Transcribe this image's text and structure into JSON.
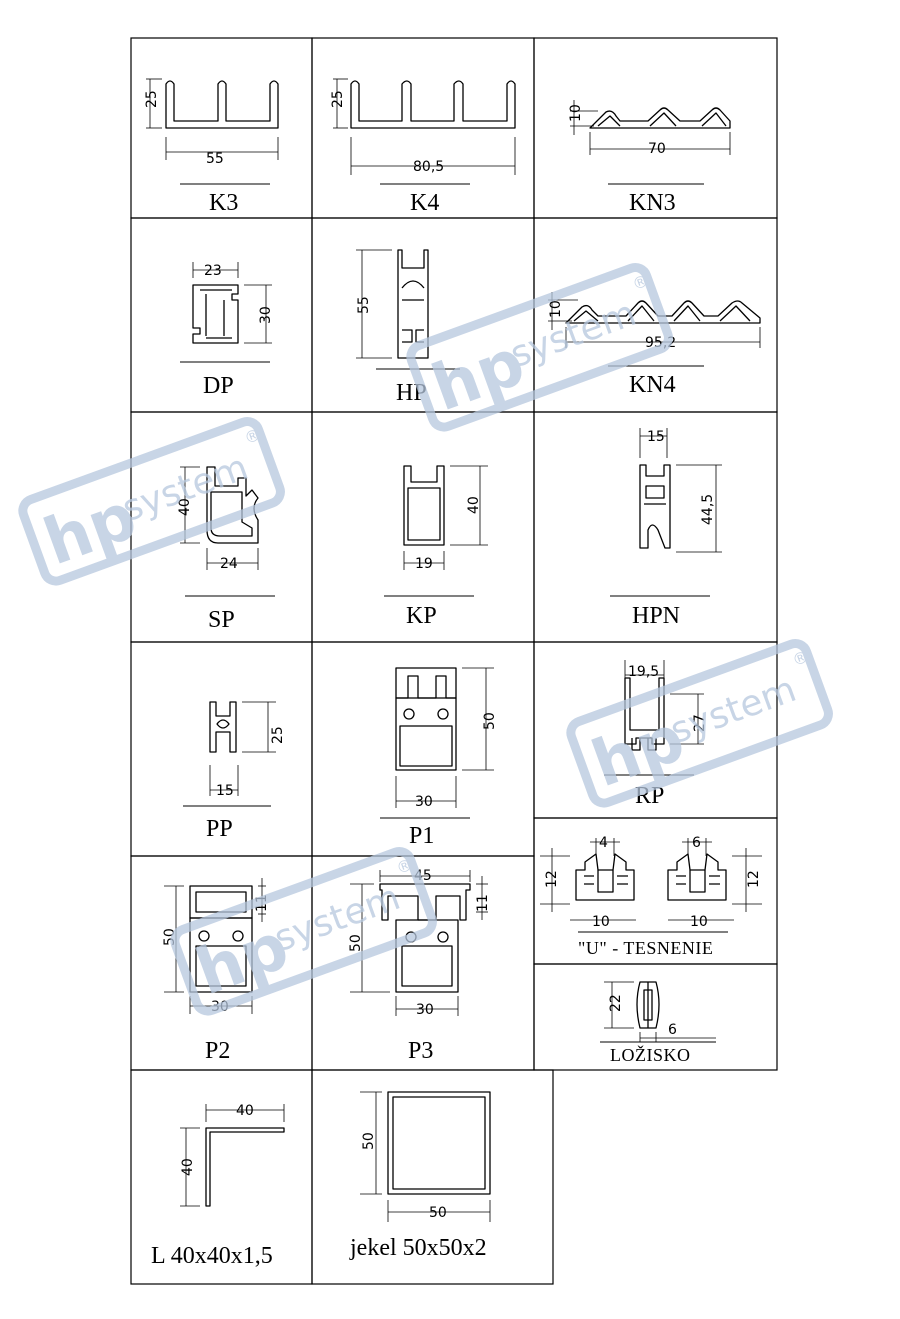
{
  "profiles": {
    "k3": {
      "name": "K3",
      "w": "55",
      "h": "25"
    },
    "k4": {
      "name": "K4",
      "w": "80,5",
      "h": "25"
    },
    "kn3": {
      "name": "KN3",
      "w": "70",
      "h": "10"
    },
    "dp": {
      "name": "DP",
      "w": "23",
      "h": "30"
    },
    "hp": {
      "name": "HP",
      "h": "55"
    },
    "kn4": {
      "name": "KN4",
      "w": "95,2",
      "h": "10"
    },
    "sp": {
      "name": "SP",
      "w": "24",
      "h": "40"
    },
    "kp": {
      "name": "KP",
      "w": "19",
      "h": "40"
    },
    "hpn": {
      "name": "HPN",
      "w": "15",
      "h": "44,5"
    },
    "pp": {
      "name": "PP",
      "w": "15",
      "h": "25"
    },
    "p1": {
      "name": "P1",
      "w": "30",
      "h": "50"
    },
    "rp": {
      "name": "RP",
      "w": "19,5",
      "h": "27"
    },
    "useal": {
      "name": "\"U\" - TESNENIE",
      "gap_a": "4",
      "gap_b": "6",
      "w": "10",
      "h": "12"
    },
    "p2": {
      "name": "P2",
      "w": "30",
      "h": "50",
      "h2": "11"
    },
    "p3": {
      "name": "P3",
      "w": "30",
      "h": "50",
      "h2": "11",
      "w2": "45"
    },
    "bearing": {
      "name": "LOŽISKO",
      "w": "6",
      "h": "22"
    },
    "angle": {
      "name": "L 40x40x1,5",
      "w": "40",
      "h": "40"
    },
    "tube": {
      "name": "jekel 50x50x2",
      "w": "50",
      "h": "50"
    }
  },
  "watermark": {
    "brand": "hp",
    "word": "system",
    "mark": "®"
  }
}
